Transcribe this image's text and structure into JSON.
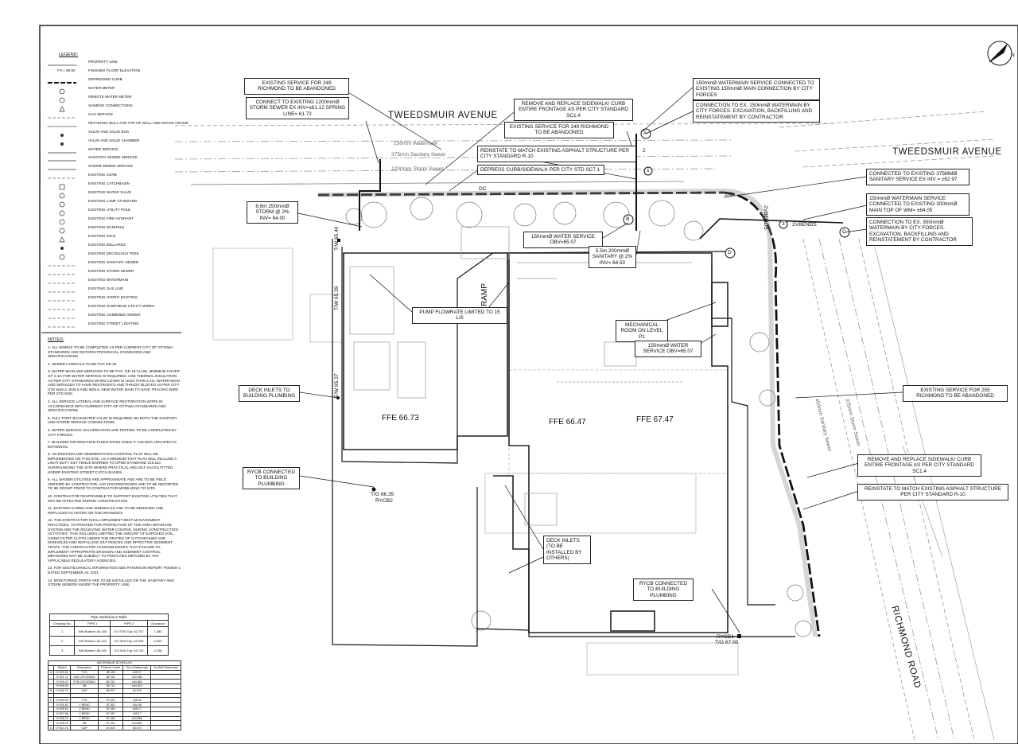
{
  "streets": {
    "north": "TWEEDSMUIR  AVENUE",
    "north_east": "TWEEDSMUIR  AVENUE",
    "east": "RICHMOND ROAD"
  },
  "legend": {
    "title": "LEGEND:",
    "items": [
      "PROPERTY LINE",
      "FINISHED FLOOR ELEVATION",
      "DEPRESSED CURB",
      "WATER METER",
      "REMOTE WATER METER",
      "SIAMESE CONNECTIONS",
      "GAS SERVICE",
      "RETAINING WALL C/W TOP OF WALL AND GRASS GRADE",
      "VALVE AND VALVE BOX",
      "VALVE AND VALVE CHAMBER",
      "WATER SERVICE",
      "SANITARY SEWER SERVICE",
      "STORM SEWER SERVICE",
      "EXISTING CURB",
      "EXISTING CATCHBASIN",
      "EXISTING WATER VALVE",
      "EXISTING LAMP STANDARD",
      "EXISTING UTILITY POLE",
      "EXISTING FIRE HYDRANT",
      "EXISTING MANHOLE",
      "EXISTING SIGN",
      "EXISTING BOLLARDS",
      "EXISTING DECIDUOUS TREE",
      "EXISTING SANITARY SEWER",
      "EXISTING STORM SEWER",
      "EXISTING WATERMAIN",
      "EXISTING GAS LINE",
      "EXISTING HYDRO EXISTING",
      "EXISTING OVERHEAD UTILITY WIRES",
      "EXISTING COMBINED SEWER",
      "EXISTING STREET LIGHTING"
    ],
    "ffe_symbol": "F.F.= 80.50"
  },
  "notes": {
    "title": "NOTES:",
    "items": [
      "1. ALL WORKS TO BE COMPLETED AS PER CURRENT CITY OF OTTAWA STANDARDS AND ONTARIO PROVINCIAL STANDARDS AND SPECIFICATIONS.",
      "2. SEWER LATERALS TO BE PVC DR 35.",
      "3. WATER MAIN AND SERVICES TO BE PVC, DR 18 CL150. MINIMUM COVER OF 2.4m FOR WATER SERVICE IS REQUIRED, USE THERMAL INSULATION AS PER CITY STANDARDS WHEN COVER IS LESS THAN 2.4m. WATER MAIN AND SERVICES TO HAVE RESTRAINTS AND THRUST BLOCKS AS PER CITY STD W25.3, W25.5 AND W25.6. NEW WATER MAIN TO HAVE TRACING WIRE PER STD W36.",
      "4. ALL SERVICE LATERAL AND SURFACE RESTORATION WORK IN ACCORDANCE WITH CURRENT CITY OF OTTAWA STANDARDS AND SPECIFICATIONS.",
      "5. FULL PORT BACKWATER VALVE IS REQUIRED ON BOTH THE SANITARY AND STORM SERVICE CONNECTIONS.",
      "6. WATER SERVICE CHLORINATION AND TESTING TO BE COMPLETED BY CITY FORCES.",
      "7. BUILDING INFORMATION TAKEN FROM VINCE P. COLIZZA ARCHITECTS DRAWINGS.",
      "8. AN EROSION AND SEDIMENTATION CONTROL PLAN WILL BE IMPLEMENTED ON THIS SITE. AS A MINIMUM THAT PLAN WILL INCLUDE A LIGHT DUTY SILT FENCE BARRIER TO OPSD STANDARD 219.110 SURROUNDING THE SITE WHERE PRACTICAL AND SILT SACKS FITTED UNDER EXISTING STREET CATCH BASINS.",
      "9. ALL SHOWN UTILITIES ARE APPROXIMATE AND ARE TO BE FIELD VERIFIED BY CONTRACTOR. ANY DISCREPANCIES ARE TO BE REPORTED TO IBI GROUP PRIOR TO CONTRACTOR MOBILIZING TO SITE.",
      "10. CONTRACTOR RESPONSIBLE TO SUPPORT EXISTING UTILITIES THAT MAY BE AFFECTED DURING CONSTRUCTION.",
      "11. EXISTING CURBS AND SIDEWALKS ARE TO BE REMOVED AND REPLACED AS NOTED ON THE DRAWINGS.",
      "12. THE CONTRACTOR SHALL IMPLEMENT BEST MANAGEMENT PRACTICES, TO PROVIDE FOR PROTECTION OF THE AREA DRAINAGE SYSTEM AND THE RECEIVING WATER COURSE, DURING CONSTRUCTION ACTIVITIES. THIS INCLUDES LIMITING THE AMOUNT OF EXPOSED SOIL, USING FILTER CLOTH UNDER THE GRATES OF CATCHBASINS AND MANHOLES AND INSTALLING SILT FENCES AND EFFECTIVE SEDIMENT TRAPS. THE CONTRACTOR ACKNOWLEDGES THAT FAILURE TO IMPLEMENT APPROPRIATE EROSION AND SEDIMENT CONTROL MEASURES MAY BE SUBJECT TO PENALTIES IMPOSED BY ANY APPLICABLE REGULATORY AGENCIES.",
      "13. FOR GEOTECHNICAL INFORMATION SEE PATERSON REPORT PG5946-1 DATED SEPTEMBER 24, 2021",
      "14. MONITORING PORTS ARE TO BE INSTALLED ON THE SANITARY AND STORM SEWERS INSIDE THE PROPERTY LINE."
    ]
  },
  "pipe_table": {
    "title": "Pipe Interference Table",
    "headers": [
      "Crossing No.",
      "PIPE 1",
      "PIPE 2",
      "Clearance"
    ],
    "rows": [
      [
        "1",
        "WM Bottom: 64.180",
        "EX STM Top: 62.707",
        "1.483"
      ],
      [
        "2",
        "WM Bottom: 64.223",
        "EX SAN Top: 63.395",
        "0.829"
      ],
      [
        "3",
        "WM Bottom: 65.000",
        "EX SAN Top: 64.742",
        "0.258"
      ]
    ]
  },
  "watermain_schedule": {
    "title": "WATERMAIN SCHEDULE",
    "headers": [
      "",
      "Station",
      "Description",
      "Finished Grade",
      "Top of Watermain",
      "As Built Watermain"
    ],
    "rows": [
      [
        "A",
        "0+000.00",
        "TVS",
        "66.198",
        "±65.07",
        ""
      ],
      [
        "",
        "0+001.47",
        "SAN CROSSING",
        "66.783",
        "±64.583",
        ""
      ],
      [
        "",
        "0+003.47",
        "STM CROSSING",
        "66.752",
        "±64.862",
        ""
      ],
      [
        "",
        "0+005.00",
        "VB",
        "66.714",
        "±64.514",
        ""
      ],
      [
        "B",
        "0+009.75",
        "CAP",
        "66.837",
        "64.576",
        ""
      ],
      [
        "",
        "",
        "",
        "",
        "",
        ""
      ],
      [
        "C",
        "0+000.00",
        "TVS",
        "67.633",
        "±65.05",
        ""
      ],
      [
        "",
        "0+000.52",
        "V BEND",
        "67.362",
        "±64.48",
        ""
      ],
      [
        "",
        "0+005.53",
        "V BEND",
        "67.349",
        "±65.17",
        ""
      ],
      [
        "",
        "0+007.98",
        "V BEND",
        "67.287",
        "±65.17",
        ""
      ],
      [
        "",
        "0+008.47",
        "V BEND",
        "67.286",
        "±64.866",
        ""
      ],
      [
        "",
        "0+009.75",
        "VB",
        "67.281",
        "±64.881",
        ""
      ],
      [
        "D",
        "0+013.76",
        "CAP",
        "67.406",
        "65.070",
        ""
      ]
    ]
  },
  "callouts": [
    {
      "id": "existing-service-249-abandon-1",
      "text": "EXISTING SERVICE FOR 249 RICHMOND TO BE ABANDONED"
    },
    {
      "id": "connect-1200-storm",
      "text": "CONNECT TO EXISTING 1200mmØ STORM SEWER EX INV=±61.12 SPRING LINE= 61.72"
    },
    {
      "id": "remove-replace-sidewalk-north",
      "text": "REMOVE AND REPLACE SIDEWALK/ CURB ENTIRE FRONTAGE  AS PER CITY STANDARD SC1.4"
    },
    {
      "id": "watermain-service-150",
      "text": "150mmØ WATERMAIN SERVICE CONNECTED TO EXISTING 150mmØ MAIN CONNECTION BY CITY FORCES"
    },
    {
      "id": "connection-ex-150",
      "text": "CONNECTION TO EX. 150mmØ WATERMAIN BY CITY FORCES. EXCAVATION, BACKFILLING AND REINSTATEMENT BY CONTRACTOR"
    },
    {
      "id": "existing-service-249-abandon-2",
      "text": "EXISTING SERVICE FOR 249 RICHMOND TO BE ABANDONED"
    },
    {
      "id": "reinstate-asphalt-north",
      "text": "REINSTATE TO MATCH EXISTING ASPHALT STRUCTURE PER CITY STANDARD R-10"
    },
    {
      "id": "depress-curb",
      "text": "DEPRESS CURB/SIDEWALK PER CITY STD SC7.1"
    },
    {
      "id": "connect-375-sanitary",
      "text": "CONNECTED TO EXISTING 375MMØ SANITARY SERVICE EX INV = ±62.97"
    },
    {
      "id": "watermain-service-300",
      "text": "150mmØ WATERMAIN SERVICE CONNECTED TO EXISTING 300mmØ MAIN TOP OF WM= ±64.05"
    },
    {
      "id": "connection-ex-300",
      "text": "CONNECTION TO EX. 300mmØ WATERMAIN BY CITY FORCES. EXCAVATION, BACKFILLING AND REINSTATEMENT BY CONTRACTOR"
    },
    {
      "id": "storm-250",
      "text": "6.6m 250mmØ STORM @ 2% INV= 64.00"
    },
    {
      "id": "water-service-150-a",
      "text": "150mmØ WATER SERVICE OBV=65.07"
    },
    {
      "id": "sanitary-200",
      "text": "5.5m 200mmØ SANITARY @ 2% INV= 64.50"
    },
    {
      "id": "pump-flowrate",
      "text": "PUMP FLOWRATE LIMITED TO 15 L/S"
    },
    {
      "id": "mechanical-room",
      "text": "MECHANICAL ROOM ON LEVEL P1"
    },
    {
      "id": "water-service-150-b",
      "text": "150mmØ WATER SERVICE OBV=65.07"
    },
    {
      "id": "deck-inlets-west",
      "text": "DECK INLETS TO BUILDING PLUMBING"
    },
    {
      "id": "existing-service-255-abandon",
      "text": "EXISTING SERVICE FOR 255 RICHMOND TO BE ABANDONED"
    },
    {
      "id": "rycb-connected-west",
      "text": "RYCB CONNECTED TO BUILDING PLUMBING"
    },
    {
      "id": "remove-replace-sidewalk-east",
      "text": "REMOVE AND REPLACE SIDEWALK/ CURB ENTIRE FRONTAGE  AS PER CITY STANDARD SC1.4"
    },
    {
      "id": "reinstate-asphalt-east",
      "text": "REINSTATE TO MATCH EXISTING ASPHALT STRUCTURE PER CITY STANDARD R-10"
    },
    {
      "id": "deck-inlets-others",
      "text": "DECK INLETS (TO BE INSTALLED BY OTHERS)"
    },
    {
      "id": "rycb-connected-south",
      "text": "RYCB CONNECTED TO BUILDING PLUMBING"
    }
  ],
  "ffe": {
    "west": "FFE 66.73",
    "center": "FFE 66.47",
    "east": "FFE 67.47"
  },
  "site_labels": {
    "ramp": "RAMP",
    "rycb2": "RYCB2",
    "rycb2_tg": "T/G 66.35",
    "rycb1": "RYCB1",
    "rycb1_tg": "T/G 67.00",
    "dc_1": "DC",
    "dc_2": "DC",
    "tw_1": "T/W 65.40",
    "tw_2": "T/W 65.39",
    "tw_3": "T/W 65.37",
    "marker_a": "A",
    "marker_b": "B",
    "marker_c": "C",
    "marker_d": "D",
    "marker_1": "1",
    "marker_2": "2",
    "marker_3": "3",
    "vbends_1": "2VBENDS",
    "vbends_2": "2VBENDS",
    "ex_sanitary": "375mm Sanitary Sewer",
    "ex_storm": "1200mm Storm Sewer",
    "ex_watermain": "150mm Watermain",
    "east_sanitary": "450mm Sanitary Sewer",
    "east_storm": "375mm Storm Sewer"
  },
  "north_arrow": "N"
}
